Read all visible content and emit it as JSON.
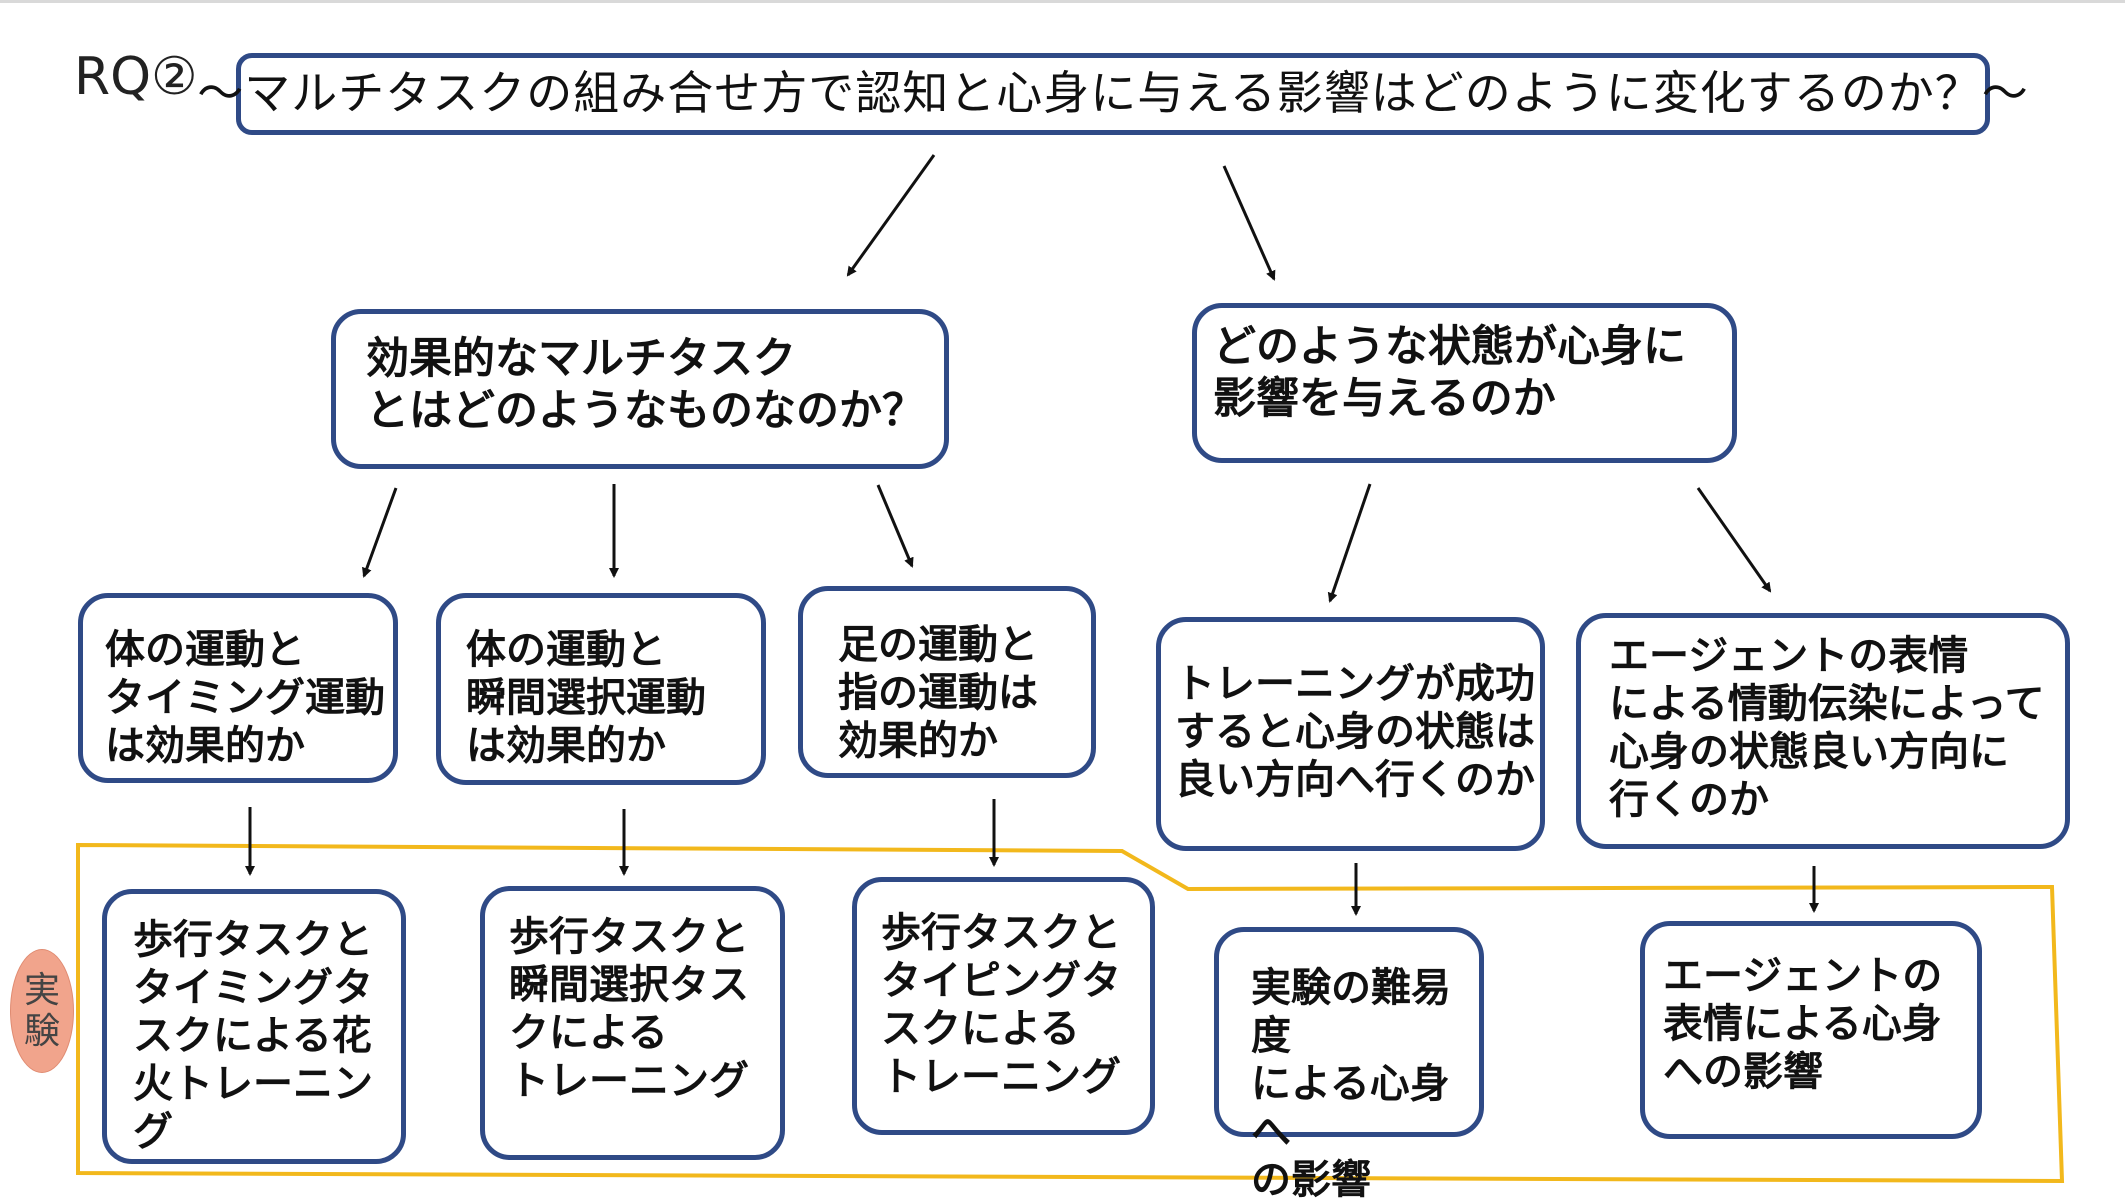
{
  "rq_label": "RQ②",
  "title": "～マルチタスクの組み合せ方で認知と心身に与える影響はどのように変化するのか？～",
  "level1": {
    "left": "効果的なマルチタスク\nとはどのようなものなのか？",
    "right": "どのような状態が心身に\n影響を与えるのか"
  },
  "level2": [
    "体の運動と\nタイミング運動\nは効果的か",
    "体の運動と\n瞬間選択運動\nは効果的か",
    "足の運動と\n指の運動は\n効果的か",
    "トレーニングが成功\nすると心身の状態は\n良い方向へ行くのか",
    "エージェントの表情\nによる情動伝染によって\n心身の状態良い方向に\n行くのか"
  ],
  "experiments": [
    "歩行タスクと\nタイミングタ\nスクによる花\n火トレーニン\nグ",
    "歩行タスクと\n瞬間選択タス\nクによる\nトレーニング",
    "歩行タスクと\nタイピングタ\nスクによる\nトレーニング",
    "実験の難易度\nによる心身へ\nの影響",
    "エージェントの\n表情による心身\nへの影響"
  ],
  "experiment_label": "実\n験",
  "colors": {
    "box_border": "#2f4a86",
    "experiment_outline": "#f2b81c",
    "experiment_badge": "#f1a48c"
  }
}
